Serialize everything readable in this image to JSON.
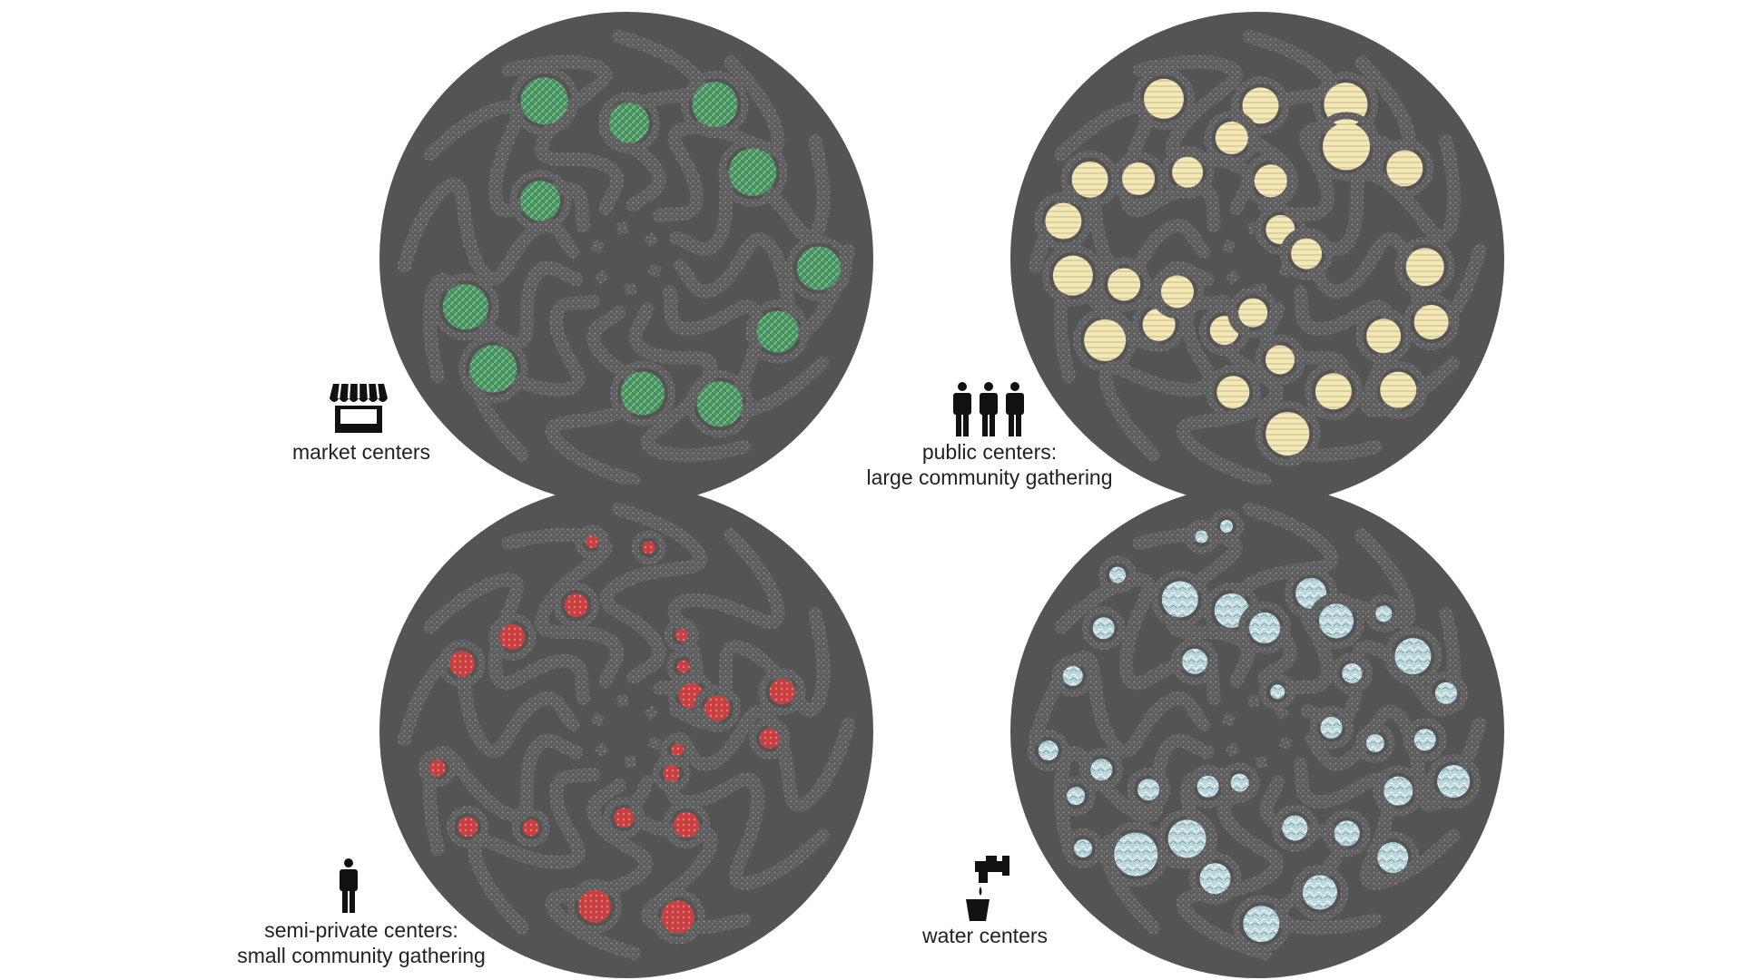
{
  "colors": {
    "background": "#ffffff",
    "disc": "#545454",
    "path_texture": "#8d8d8d",
    "market": "#5fa874",
    "public": "#f1e5b0",
    "semi_private": "#d84646",
    "water": "#c8dfe4",
    "text": "#222222"
  },
  "panels": [
    {
      "id": "market",
      "icon": "storefront-icon",
      "label_lines": [
        "market centers"
      ]
    },
    {
      "id": "public",
      "icon": "three-people-icon",
      "label_lines": [
        "public centers:",
        "large community gathering"
      ]
    },
    {
      "id": "semi_private",
      "icon": "single-person-icon",
      "label_lines": [
        "semi-private centers:",
        "small community gathering"
      ]
    },
    {
      "id": "water",
      "icon": "water-tap-icon",
      "label_lines": [
        "water centers"
      ]
    }
  ]
}
